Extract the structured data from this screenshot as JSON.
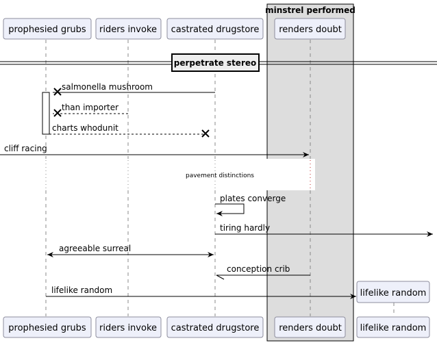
{
  "group": {
    "title": "minstrel performed"
  },
  "participants": {
    "grubs": "prophesied grubs",
    "riders": "riders invoke",
    "drugstore": "castrated drugstore",
    "doubt": "renders doubt",
    "random": "lifelike random"
  },
  "divider": {
    "label": "perpetrate stereo"
  },
  "delay": {
    "label": "pavement distinctions"
  },
  "messages": {
    "m1": "salmonella mushroom",
    "m2": "than importer",
    "m3": "charts whodunit",
    "m4": "cliff racing",
    "m5": "plates converge",
    "m6": "tiring hardly",
    "m7": "agreeable surreal",
    "m8": "conception crib",
    "m9": "lifelike random"
  }
}
